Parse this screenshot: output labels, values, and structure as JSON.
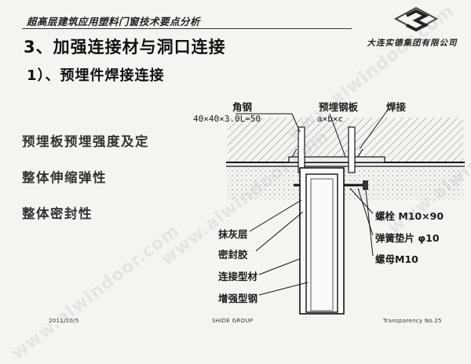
{
  "header": {
    "title": "超高层建筑应用塑料门窗技术要点分析",
    "company": "大连实德集团有限公司"
  },
  "section_title": "3、加强连接材与洞口连接",
  "subsection_title": "1）、预埋件焊接连接",
  "features": [
    "预埋板预埋强度及定",
    "整体伸缩弹性",
    "整体密封性"
  ],
  "diagram": {
    "label_angle_steel": "角钢",
    "label_angle_steel_size": "40×40×3.0L=50",
    "label_embedded_plate": "预埋钢板",
    "label_embedded_plate_size": "a×b×c",
    "label_weld": "焊接",
    "label_plaster": "抹灰层",
    "label_sealant": "密封胶",
    "label_connection_profile": "连接型材",
    "label_reinforcement_steel": "增强型钢",
    "label_bolt": "螺栓 M10×90",
    "label_spring_washer": "弹簧垫片 φ10",
    "label_nut": "螺母M10"
  },
  "footer": {
    "date": "2011/10/5",
    "org": "SHIDE GROUP",
    "page": "Transparency No.25"
  },
  "watermark": "www.alwindoor.com",
  "colors": {
    "background": "#f4f4f1",
    "ink": "#1a1a1a"
  }
}
